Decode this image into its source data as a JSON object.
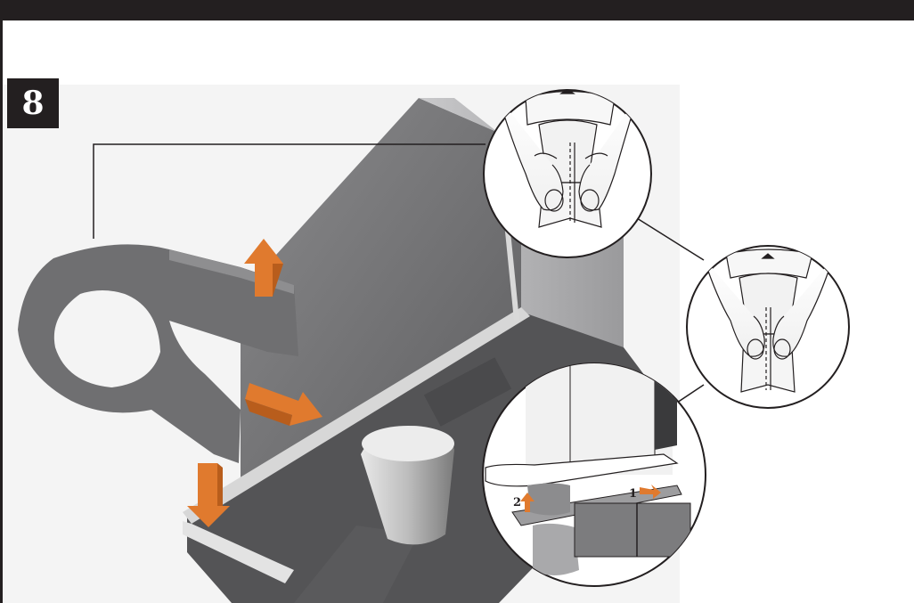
{
  "step": {
    "number": "8"
  },
  "callout_labels": {
    "one": "1",
    "two": "2"
  },
  "colors": {
    "header_bar": "#231f20",
    "arrow_orange": "#e07a2e",
    "housing_gray": "#6e6e70",
    "outline": "#231f20"
  },
  "icons": [
    "up-arrow-icon",
    "right-arrow-icon",
    "down-arrow-icon"
  ]
}
